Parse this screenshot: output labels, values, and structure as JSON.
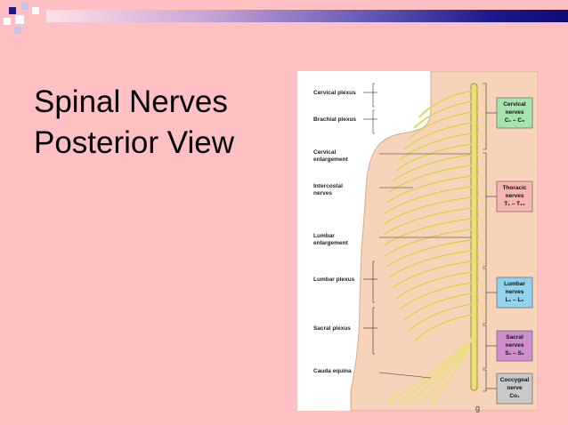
{
  "slide": {
    "title_line1": "Spinal Nerves",
    "title_line2": "Posterior View"
  },
  "figure": {
    "left_labels": [
      {
        "id": "cervical-plexus",
        "lines": [
          "Cervical plexus"
        ]
      },
      {
        "id": "brachial-plexus",
        "lines": [
          "Brachial plexus"
        ]
      },
      {
        "id": "cervical-enlargement",
        "lines": [
          "Cervical",
          "enlargement"
        ]
      },
      {
        "id": "intercostal-nerves",
        "lines": [
          "Intercostal",
          "nerves"
        ]
      },
      {
        "id": "lumbar-enlargement",
        "lines": [
          "Lumbar",
          "enlargement"
        ]
      },
      {
        "id": "lumbar-plexus",
        "lines": [
          "Lumbar plexus"
        ]
      },
      {
        "id": "sacral-plexus",
        "lines": [
          "Sacral plexus"
        ]
      },
      {
        "id": "cauda-equina",
        "lines": [
          "Cauda equina"
        ]
      }
    ],
    "right_boxes": [
      {
        "id": "cervical",
        "line1": "Cervical",
        "line2": "nerves",
        "line3": "C₁ – C₈",
        "color": "#a6e3b1"
      },
      {
        "id": "thoracic",
        "line1": "Thoracic",
        "line2": "nerves",
        "line3": "T₁ – T₁₂",
        "color": "#f6b6b4"
      },
      {
        "id": "lumbar",
        "line1": "Lumbar",
        "line2": "nerves",
        "line3": "L₁ – L₅",
        "color": "#8fd3ef"
      },
      {
        "id": "sacral",
        "line1": "Sacral",
        "line2": "nerves",
        "line3": "S₁ – S₅",
        "color": "#cf8fcf"
      },
      {
        "id": "coccygeal",
        "line1": "Coccygeal",
        "line2": "nerve",
        "line3": "Co₁",
        "color": "#c9c9c9"
      }
    ],
    "colors": {
      "skin": "#f7d3b9",
      "skin_edge": "#d8a98a",
      "nerve": "#e9e07a",
      "nerve_edge": "#8a7d1f"
    }
  },
  "footer_text": "g"
}
